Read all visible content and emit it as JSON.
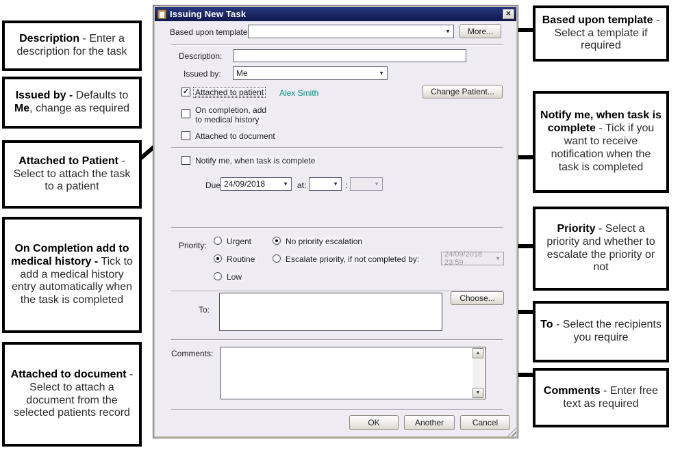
{
  "colors": {
    "titlebar": "#16205c",
    "dialog_bg": "#eeebf2",
    "patient_name": "#00917f",
    "callout_border": "#000000"
  },
  "icons": {
    "close": "✕",
    "dropdown": "▼",
    "scroll_up": "▲",
    "scroll_down": "▼",
    "app": "clipboard-icon"
  },
  "dialog": {
    "title": "Issuing New Task",
    "based_upon_template_label": "Based upon template:",
    "based_upon_template_value": "",
    "more_button": "More...",
    "description_label": "Description:",
    "description_value": "",
    "issued_by_label": "Issued by:",
    "issued_by_value": "Me",
    "attached_to_patient_label": "Attached to patient",
    "patient_name": "Alex Smith",
    "change_patient_button": "Change Patient...",
    "on_completion_label_line1": "On completion, add",
    "on_completion_label_line2": "to medical history",
    "attached_to_document_label": "Attached to document",
    "notify_label": "Notify me, when task is complete",
    "due_label": "Due",
    "due_date_value": "24/09/2018",
    "at_label": "at:",
    "at_hour_value": "",
    "time_colon": ":",
    "at_minute_value": "",
    "priority_label": "Priority:",
    "priority_urgent": "Urgent",
    "priority_routine": "Routine",
    "priority_low": "Low",
    "escalation_none": "No priority escalation",
    "escalation_escalate": "Escalate priority, if not completed by:",
    "escalate_datetime_value": "24/09/2018 23:59",
    "to_label": "To:",
    "to_value": "",
    "choose_button": "Choose...",
    "comments_label": "Comments:",
    "comments_value": "",
    "ok_button": "OK",
    "another_button": "Another",
    "cancel_button": "Cancel",
    "states": {
      "attached_to_patient": true,
      "on_completion": false,
      "attached_to_document": false,
      "notify": false,
      "priority_urgent": false,
      "priority_routine": true,
      "priority_low": false,
      "escalation_none": true,
      "escalation_escalate": false
    }
  },
  "callouts": {
    "left": [
      {
        "segments": [
          {
            "b": 1,
            "t": "Description"
          },
          {
            "t": " - Enter a description for the task"
          }
        ]
      },
      {
        "segments": [
          {
            "b": 1,
            "t": "Issued by -"
          },
          {
            "t": " Defaults to "
          },
          {
            "b": 1,
            "t": "Me"
          },
          {
            "t": ", change as required"
          }
        ]
      },
      {
        "segments": [
          {
            "b": 1,
            "t": "Attached to Patient"
          },
          {
            "t": " - Select to attach the task to a patient"
          }
        ]
      },
      {
        "segments": [
          {
            "b": 1,
            "t": "On Completion add to medical history -"
          },
          {
            "t": " Tick to add a medical history entry automatically when the task is completed"
          }
        ]
      },
      {
        "segments": [
          {
            "b": 1,
            "t": "Attached to document"
          },
          {
            "t": " - Select to attach a document from the selected patients record"
          }
        ]
      }
    ],
    "right": [
      {
        "segments": [
          {
            "b": 1,
            "t": "Based upon template"
          },
          {
            "t": " - Select a template if required"
          }
        ]
      },
      {
        "segments": [
          {
            "b": 1,
            "t": "Notify me, when task is complete"
          },
          {
            "t": " - Tick if you want to receive notification when the task is completed"
          }
        ]
      },
      {
        "segments": [
          {
            "b": 1,
            "t": "Priority"
          },
          {
            "t": " - Select a priority and whether to escalate the priority or not"
          }
        ]
      },
      {
        "segments": [
          {
            "b": 1,
            "t": "To"
          },
          {
            "t": " - Select the recipients you require"
          }
        ]
      },
      {
        "segments": [
          {
            "b": 1,
            "t": "Comments"
          },
          {
            "t": " - Enter free text as required"
          }
        ]
      }
    ]
  }
}
